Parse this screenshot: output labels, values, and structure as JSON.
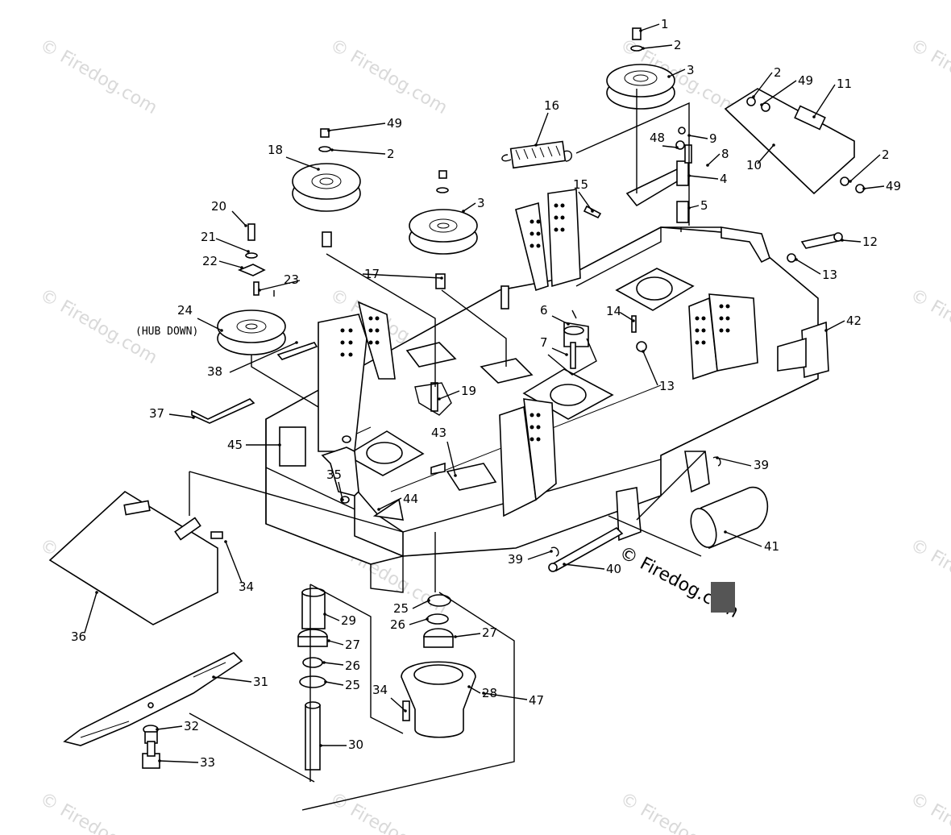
{
  "watermark": {
    "text": "© Firedog.com"
  },
  "brand": {
    "text": "© Firedog.com"
  },
  "hub_note": {
    "text": "(HUB DOWN)"
  },
  "callouts": [
    {
      "label": "1"
    },
    {
      "label": "2"
    },
    {
      "label": "3"
    },
    {
      "label": "49"
    },
    {
      "label": "11"
    },
    {
      "label": "2"
    },
    {
      "label": "48"
    },
    {
      "label": "9"
    },
    {
      "label": "8"
    },
    {
      "label": "4"
    },
    {
      "label": "10"
    },
    {
      "label": "2"
    },
    {
      "label": "49"
    },
    {
      "label": "16"
    },
    {
      "label": "15"
    },
    {
      "label": "5"
    },
    {
      "label": "12"
    },
    {
      "label": "13"
    },
    {
      "label": "49"
    },
    {
      "label": "2"
    },
    {
      "label": "18"
    },
    {
      "label": "3"
    },
    {
      "label": "20"
    },
    {
      "label": "21"
    },
    {
      "label": "22"
    },
    {
      "label": "17"
    },
    {
      "label": "23"
    },
    {
      "label": "24"
    },
    {
      "label": "6"
    },
    {
      "label": "14"
    },
    {
      "label": "42"
    },
    {
      "label": "7"
    },
    {
      "label": "13"
    },
    {
      "label": "38"
    },
    {
      "label": "19"
    },
    {
      "label": "37"
    },
    {
      "label": "43"
    },
    {
      "label": "45"
    },
    {
      "label": "39"
    },
    {
      "label": "35"
    },
    {
      "label": "44"
    },
    {
      "label": "34"
    },
    {
      "label": "41"
    },
    {
      "label": "39"
    },
    {
      "label": "40"
    },
    {
      "label": "36"
    },
    {
      "label": "25"
    },
    {
      "label": "26"
    },
    {
      "label": "27"
    },
    {
      "label": "29"
    },
    {
      "label": "27"
    },
    {
      "label": "26"
    },
    {
      "label": "25"
    },
    {
      "label": "31"
    },
    {
      "label": "34"
    },
    {
      "label": "28"
    },
    {
      "label": "47"
    },
    {
      "label": "32"
    },
    {
      "label": "30"
    },
    {
      "label": "33"
    }
  ]
}
